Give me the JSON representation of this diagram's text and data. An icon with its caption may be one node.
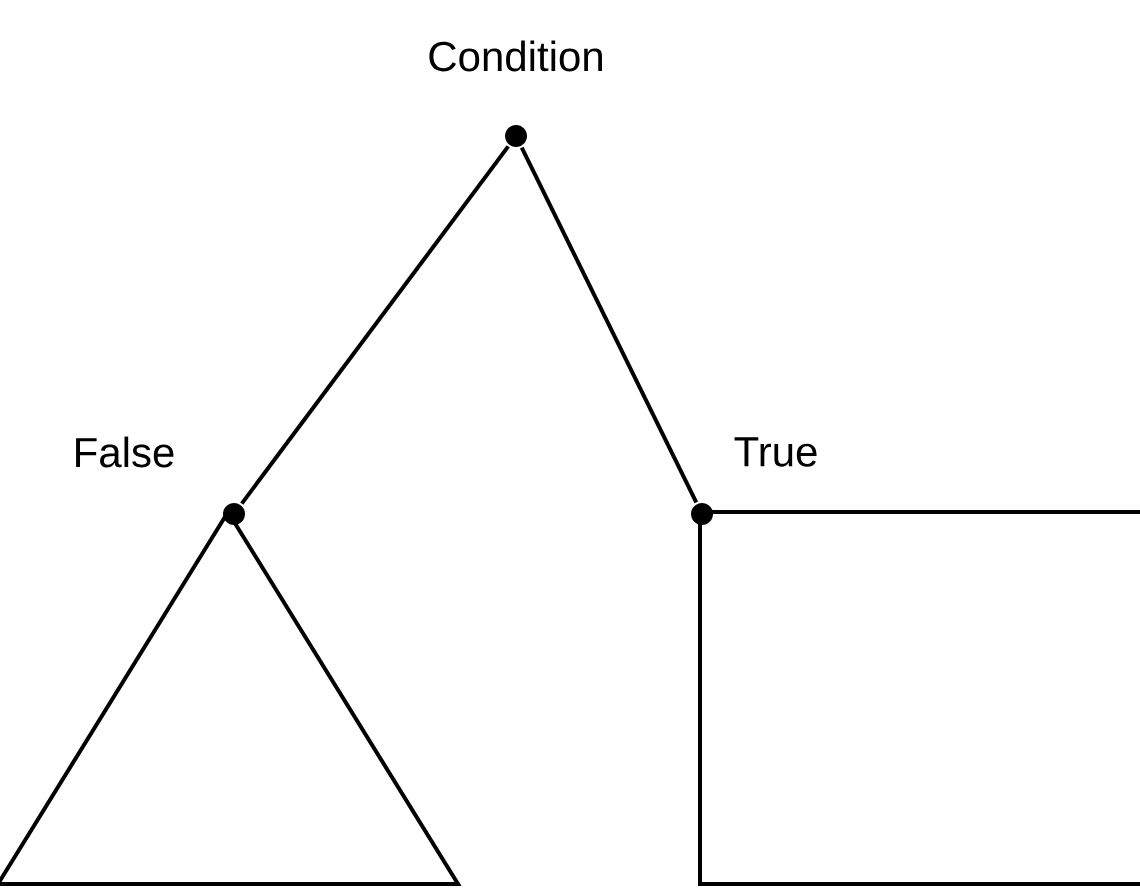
{
  "diagram": {
    "nodes": [
      {
        "text": [
          "Condition"
        ]
      },
      {
        "text": [
          "False"
        ]
      },
      {
        "text": [
          "True"
        ]
      },
      {
        "text": [],
        "shape": "triangle"
      },
      {
        "text": [],
        "shape": "box"
      }
    ],
    "edges": [
      {
        "from": 0,
        "to": 1,
        "arrow": "none"
      },
      {
        "from": 0,
        "to": 2,
        "arrow": "none"
      }
    ]
  }
}
